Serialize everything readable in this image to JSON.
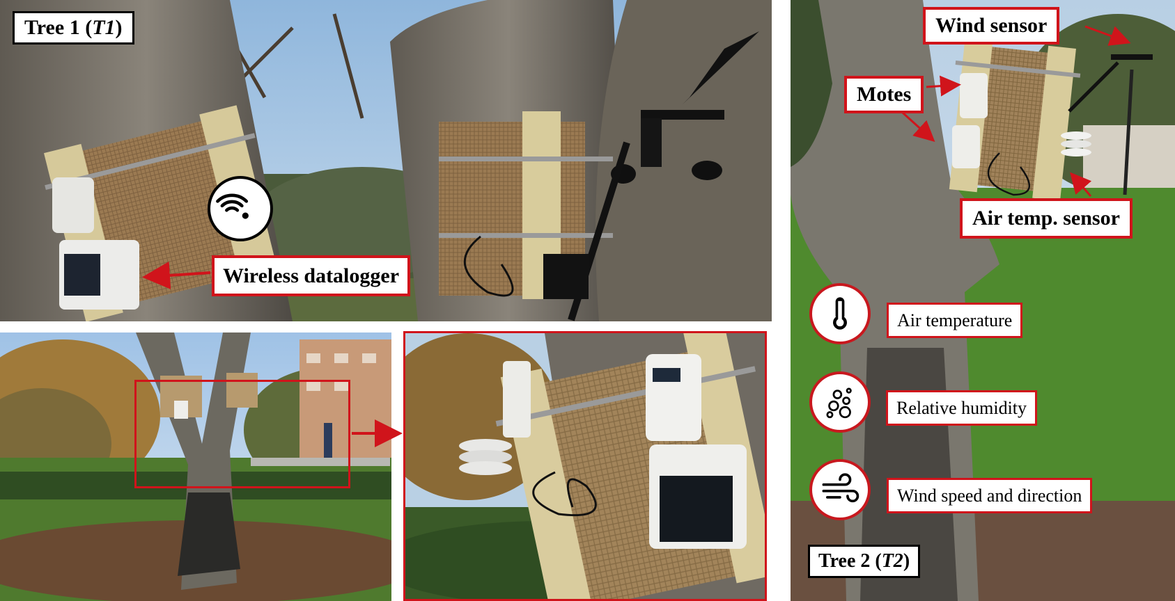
{
  "panel_top_left": {
    "tree_label_prefix": "Tree 1 (",
    "tree_label_code": "T1",
    "tree_label_suffix": ")",
    "datalogger_label": "Wireless datalogger",
    "wifi_icon": "wifi-icon"
  },
  "panel_right": {
    "wind_sensor_label": "Wind sensor",
    "motes_label": "Motes",
    "air_temp_sensor_label": "Air temp. sensor",
    "tree_label_prefix": "Tree 2 (",
    "tree_label_code": "T2",
    "tree_label_suffix": ")",
    "legend": [
      {
        "icon": "thermometer-icon",
        "label": "Air temperature"
      },
      {
        "icon": "humidity-icon",
        "label": "Relative humidity"
      },
      {
        "icon": "wind-icon",
        "label": "Wind speed and direction"
      }
    ]
  },
  "colors": {
    "accent_red": "#d0141b",
    "label_bg": "#ffffff",
    "label_text": "#000000"
  }
}
